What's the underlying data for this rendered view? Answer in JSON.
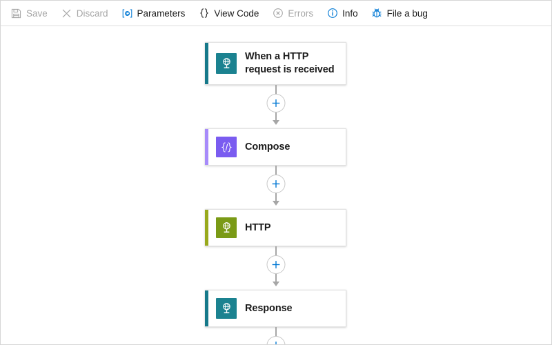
{
  "toolbar": {
    "items": [
      {
        "id": "save",
        "label": "Save",
        "icon": "save-icon",
        "disabled": true
      },
      {
        "id": "discard",
        "label": "Discard",
        "icon": "discard-icon",
        "disabled": true
      },
      {
        "id": "parameters",
        "label": "Parameters",
        "icon": "parameters-icon",
        "disabled": false
      },
      {
        "id": "view-code",
        "label": "View Code",
        "icon": "view-code-icon",
        "disabled": false
      },
      {
        "id": "errors",
        "label": "Errors",
        "icon": "errors-icon",
        "disabled": true
      },
      {
        "id": "info",
        "label": "Info",
        "icon": "info-icon",
        "disabled": false
      },
      {
        "id": "file-a-bug",
        "label": "File a bug",
        "icon": "bug-icon",
        "disabled": false
      }
    ]
  },
  "colors": {
    "accent_blue": "#0078d4",
    "disabled_text": "#a6a6a6",
    "text": "#1b1b1b",
    "connector": "#a6a6a6",
    "card_border": "#e2e2e2",
    "trigger_teal": "#16798a",
    "compose_purple": "#a78bfa",
    "http_green": "#98a91c",
    "trigger_icon_bg": "#1b8290",
    "compose_icon_bg": "#7a5cf0",
    "http_icon_bg": "#7a9a16"
  },
  "designer": {
    "nodes": [
      {
        "id": "when-a-http-request-is-received",
        "title": "When a HTTP request is received",
        "icon": "http-request-trigger-icon",
        "accent": "#16798a",
        "icon_bg": "#1b8290",
        "type": "trigger"
      },
      {
        "id": "compose",
        "title": "Compose",
        "icon": "compose-icon",
        "accent": "#a78bfa",
        "icon_bg": "#7a5cf0",
        "type": "action"
      },
      {
        "id": "http",
        "title": "HTTP",
        "icon": "http-action-icon",
        "accent": "#98a91c",
        "icon_bg": "#7a9a16",
        "type": "action"
      },
      {
        "id": "response",
        "title": "Response",
        "icon": "response-icon",
        "accent": "#16798a",
        "icon_bg": "#1b8290",
        "type": "action"
      }
    ],
    "add_buttons": [
      {
        "id": "add-step-1",
        "label": "+",
        "after": "when-a-http-request-is-received"
      },
      {
        "id": "add-step-2",
        "label": "+",
        "after": "compose"
      },
      {
        "id": "add-step-3",
        "label": "+",
        "after": "http"
      },
      {
        "id": "add-step-4",
        "label": "+",
        "after": "response"
      }
    ]
  }
}
